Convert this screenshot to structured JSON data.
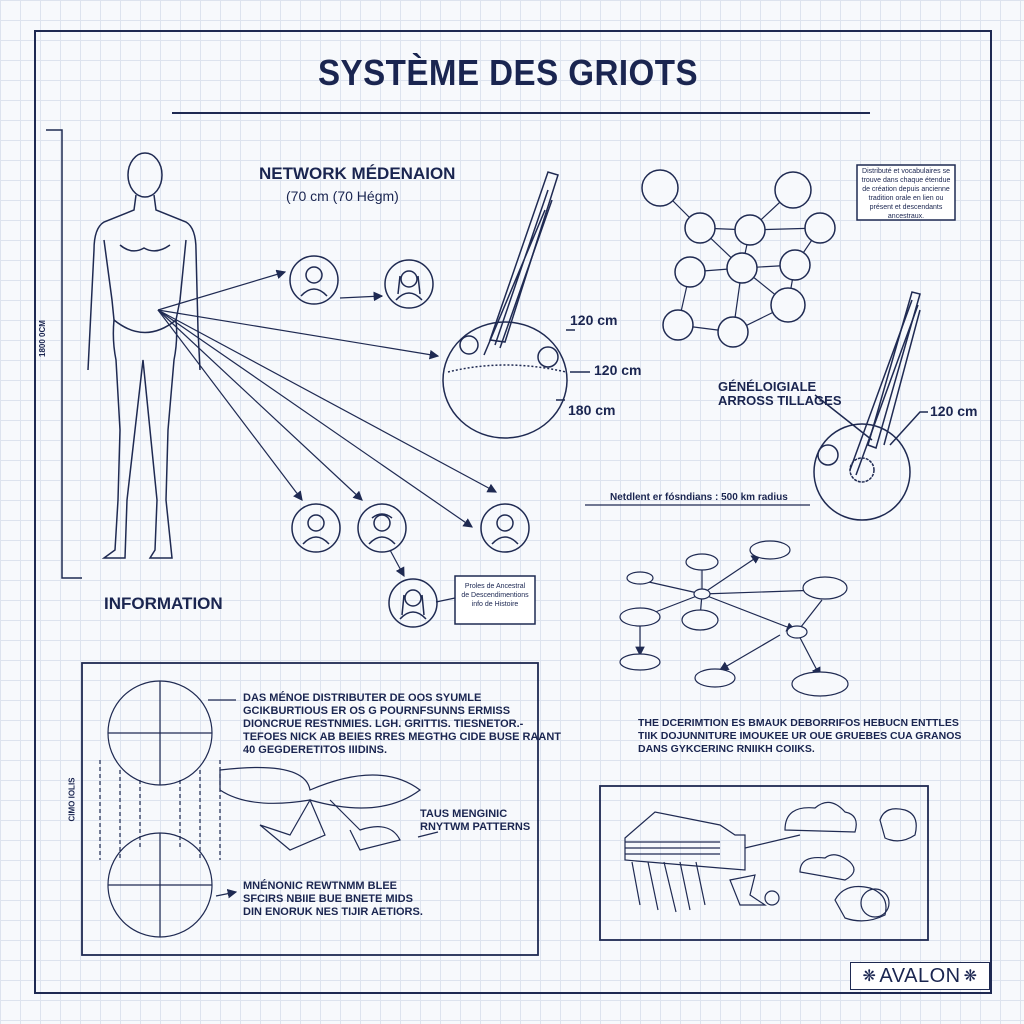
{
  "title": "SYSTÈME DES GRIOTS",
  "network_heading": "NETWORK MÉDENAION",
  "network_sub": "(70 cm (70 Hégm)",
  "height_label": "1800 0CM",
  "kora1": {
    "label_top": "120 cm",
    "label_mid": "120 cm",
    "label_bottom": "180 cm"
  },
  "kora2": {
    "label_line1": "GÉNÉLOIGIALE",
    "label_line2": "ARROSS TILLAGES",
    "length": "120 cm"
  },
  "network_note": "Distributé et vocabulaires se trouve dans chaque étendue de création depuis ancienne tradition orale en lien ou présent et descendants ancestraux.",
  "radius_label": "Netdlent er fósndians : 500 km radius",
  "information_label": "INFORMATION",
  "ancestry_note": "Proles de Ancestral de Descendimentions info de Histoire",
  "bottom_left": {
    "paragraph": "DAS MÉNOE DISTRIBUTER DE OOS SYUMLE\nGCIKBURTIOUS ER OS G POURNFSUNNS ERMISS\nDIONCRUE RESTNMIES. LGH. GRITTIS. TIESNETOR.-\nTEFOES NICK AB BEIES RRES MEGTHG CIDE BUSE RAANT\n40 GEGDERETITOS IIIDINS.",
    "rhythm_label": "TAUS MENGINIC\nRNYTWM PATTERNS",
    "mnemonic": "MNÉNONIC REWTNMM BLEE\nSFCIRS NBIIE BUE BNETE MIDS\nDIN ENORUK NES TIJIR AETIORS.",
    "vertical_label": "CIMO IOLIS"
  },
  "bottom_right_paragraph": "THE DCERIMTION ES BMAUK DEBORRIFOS HEBUCN ENTTLES\nTIIK DOJUNNITURE IMOUKEE UR OUE GRUEBES CUA GRANOS\nDANS GYKCERINC RNIIKH COIIKS.",
  "logo_text": "AVALON",
  "colors": {
    "ink": "#1a2550",
    "paper": "#f7f9fc",
    "grid": "#dde3ee"
  }
}
